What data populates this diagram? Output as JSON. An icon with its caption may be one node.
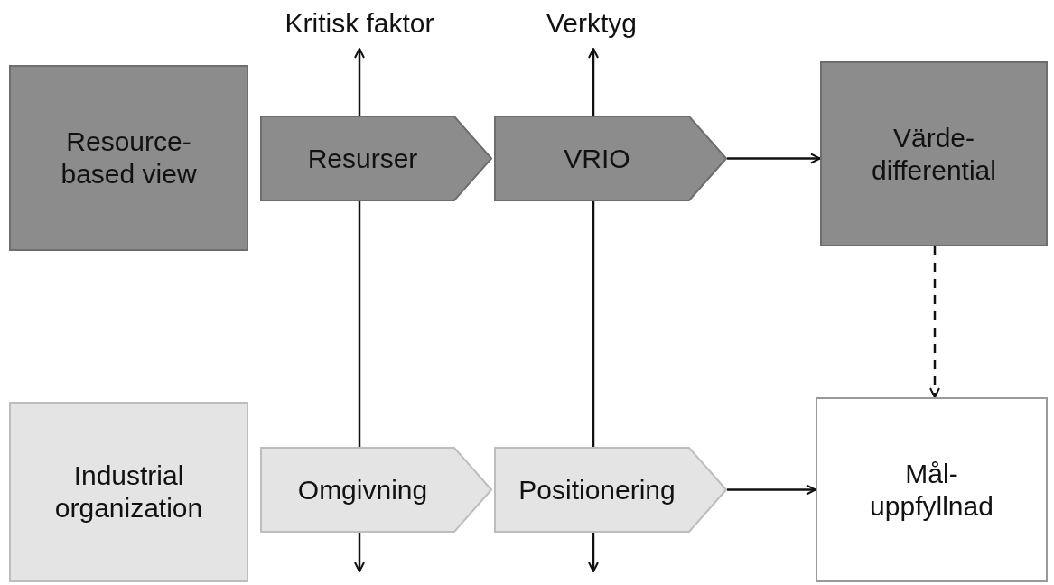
{
  "diagram": {
    "nodes": [
      {
        "text": [
          "Resource-based view"
        ]
      },
      {
        "text": [
          "Resurser"
        ]
      },
      {
        "text": [
          "VRIO"
        ]
      },
      {
        "text": [
          "Värde-differential"
        ]
      },
      {
        "text": [
          "Industrial organization"
        ]
      },
      {
        "text": [
          "Omgivning"
        ]
      },
      {
        "text": [
          "Positionering"
        ]
      },
      {
        "text": [
          "Mål-uppfyllnad"
        ]
      },
      {
        "text": [
          "Kritisk faktor"
        ]
      },
      {
        "text": [
          "Verktyg"
        ]
      }
    ],
    "edges": [
      {
        "from": 1,
        "to": 8,
        "arrow": "to"
      },
      {
        "from": 1,
        "to": 5,
        "arrow": "none"
      },
      {
        "from": 5,
        "to": null,
        "arrow": "to"
      },
      {
        "from": 2,
        "to": 9,
        "arrow": "to"
      },
      {
        "from": 2,
        "to": 6,
        "arrow": "none"
      },
      {
        "from": 6,
        "to": null,
        "arrow": "to"
      },
      {
        "from": 2,
        "to": 3,
        "arrow": "to"
      },
      {
        "from": 6,
        "to": 7,
        "arrow": "to"
      },
      {
        "from": 3,
        "to": 7,
        "arrow": "to",
        "style": "dashed"
      }
    ]
  }
}
